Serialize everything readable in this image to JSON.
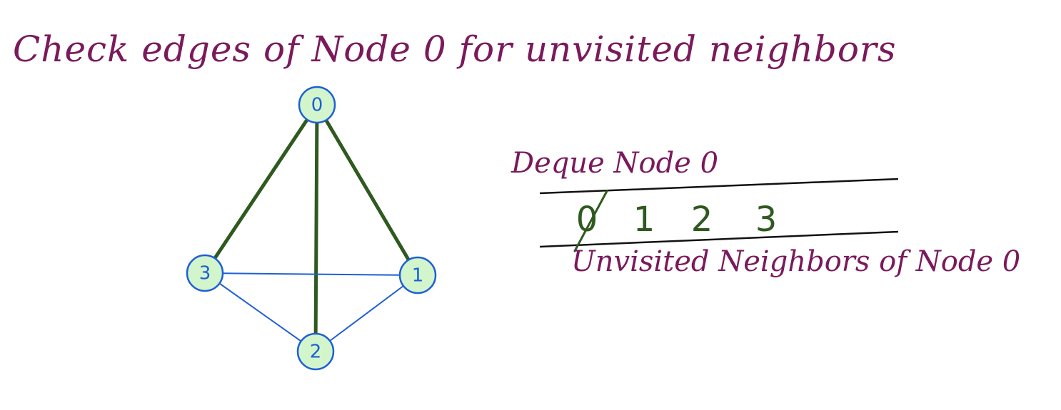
{
  "title": "Check edges of Node 0 for unvisited neighbors",
  "colors": {
    "handwriting": "#7a1a5c",
    "node_fill": "#d2f5cc",
    "node_stroke": "#1e5fd6",
    "highlighted_edge": "#2f5a1f",
    "normal_edge": "#1e5fd6",
    "queue_lines": "#111111",
    "queue_items": "#2f5a1f"
  },
  "graph": {
    "nodes": [
      {
        "id": "0",
        "label": "0"
      },
      {
        "id": "1",
        "label": "1"
      },
      {
        "id": "2",
        "label": "2"
      },
      {
        "id": "3",
        "label": "3"
      }
    ],
    "edges": [
      {
        "from": "0",
        "to": "3",
        "highlighted": true
      },
      {
        "from": "0",
        "to": "2",
        "highlighted": true
      },
      {
        "from": "0",
        "to": "1",
        "highlighted": true
      },
      {
        "from": "3",
        "to": "1",
        "highlighted": false
      },
      {
        "from": "3",
        "to": "2",
        "highlighted": false
      },
      {
        "from": "1",
        "to": "2",
        "highlighted": false
      }
    ]
  },
  "queue": {
    "title": "Deque Node 0",
    "items": [
      {
        "label": "0",
        "crossed_out": true
      },
      {
        "label": "1",
        "crossed_out": false
      },
      {
        "label": "2",
        "crossed_out": false
      },
      {
        "label": "3",
        "crossed_out": false
      }
    ],
    "caption": "Unvisited Neighbors of Node 0"
  }
}
